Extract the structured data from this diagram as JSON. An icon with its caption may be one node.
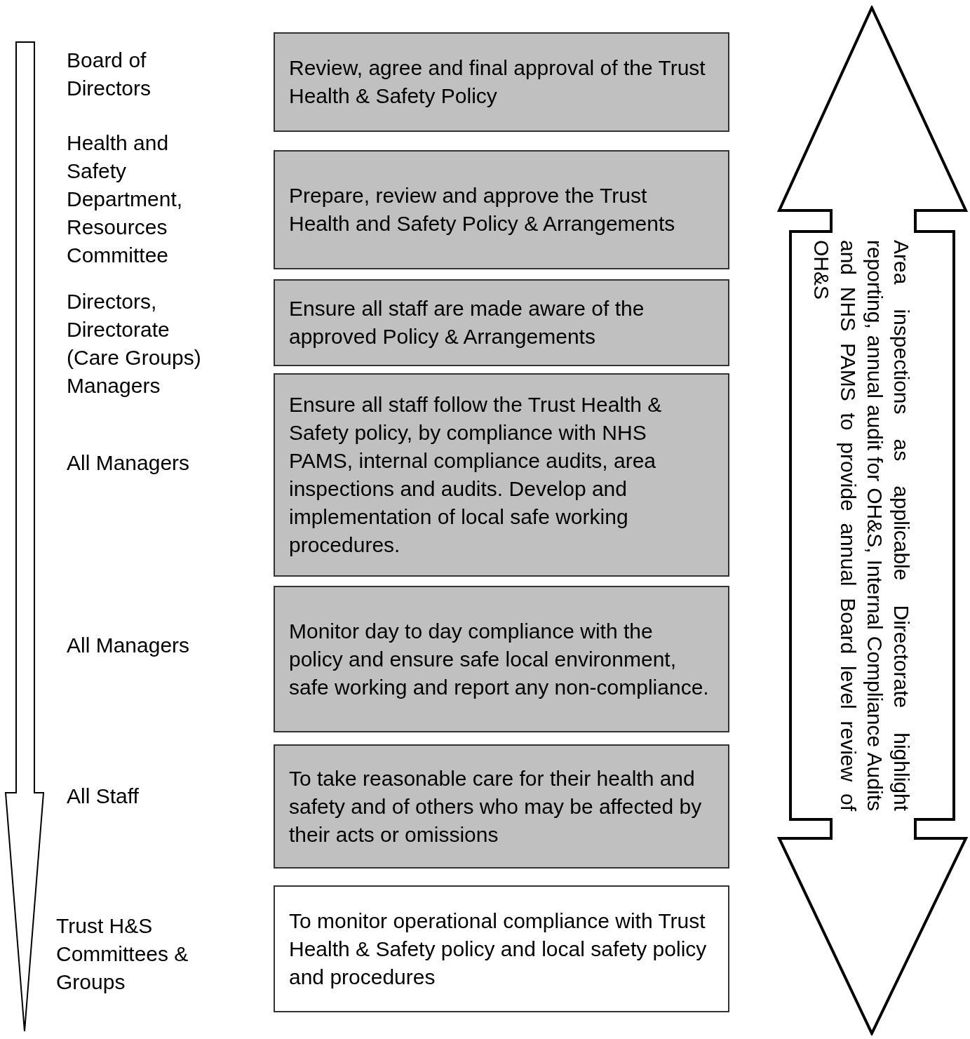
{
  "diagram": {
    "nodes": [
      {
        "text": [
          "Review, agree and final approval of the Trust Health & Safety Policy"
        ]
      },
      {
        "text": [
          "Prepare, review and approve the Trust Health and Safety Policy & Arrangements"
        ]
      },
      {
        "text": [
          "Ensure all staff are made aware of the approved Policy & Arrangements"
        ]
      },
      {
        "text": [
          "Ensure all staff follow the Trust Health & Safety policy, by compliance with NHS PAMS, internal compliance audits, area inspections and audits. Develop and implementation of local safe working procedures."
        ]
      },
      {
        "text": [
          "Monitor day to day compliance with the policy and ensure safe local environment, safe working and report any non-compliance."
        ]
      },
      {
        "text": [
          "To take reasonable care for their health and safety and of others who may be affected by their acts or omissions"
        ]
      },
      {
        "text": [
          "To monitor operational compliance with Trust Health & Safety policy and local safety policy and procedures"
        ]
      },
      {
        "text": [
          "Area inspections as applicable Directorate highlight reporting, annual audit for OH&S, Internal Compliance Audits and NHS PAMS to provide annual Board level review of OH&S"
        ]
      }
    ],
    "labels": [
      "Board of Directors",
      "Health and Safety Department, Resources Committee",
      "Directors, Directorate (Care Groups) Managers",
      "All Managers",
      "All Managers",
      "All Staff",
      "Trust H&S Committees & Groups"
    ]
  }
}
